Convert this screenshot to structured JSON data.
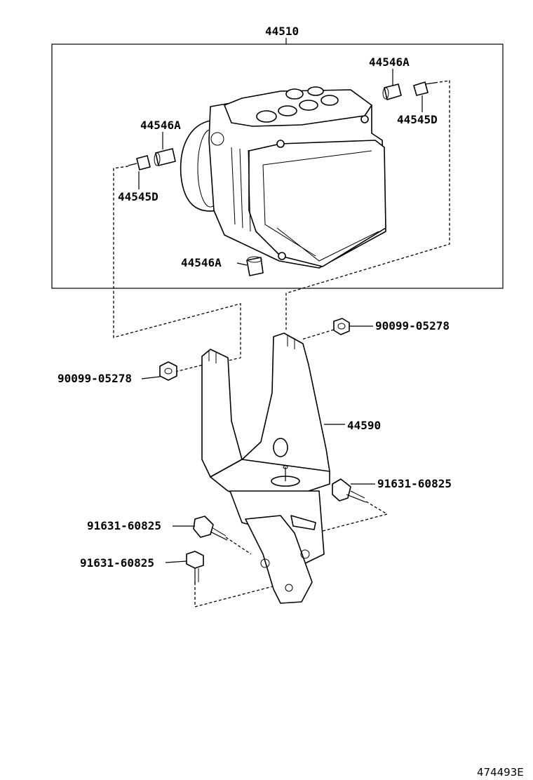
{
  "labels": {
    "assembly": "44510",
    "damper_top_right": "44546A",
    "screw_top_right": "44545D",
    "damper_left": "44546A",
    "screw_left": "44545D",
    "damper_bottom": "44546A",
    "nut_right": "90099-05278",
    "nut_left": "90099-05278",
    "bracket": "44590",
    "bolt_right": "91631-60825",
    "bolt_left_upper": "91631-60825",
    "bolt_left_lower": "91631-60825"
  },
  "diagram_code": "474493E"
}
